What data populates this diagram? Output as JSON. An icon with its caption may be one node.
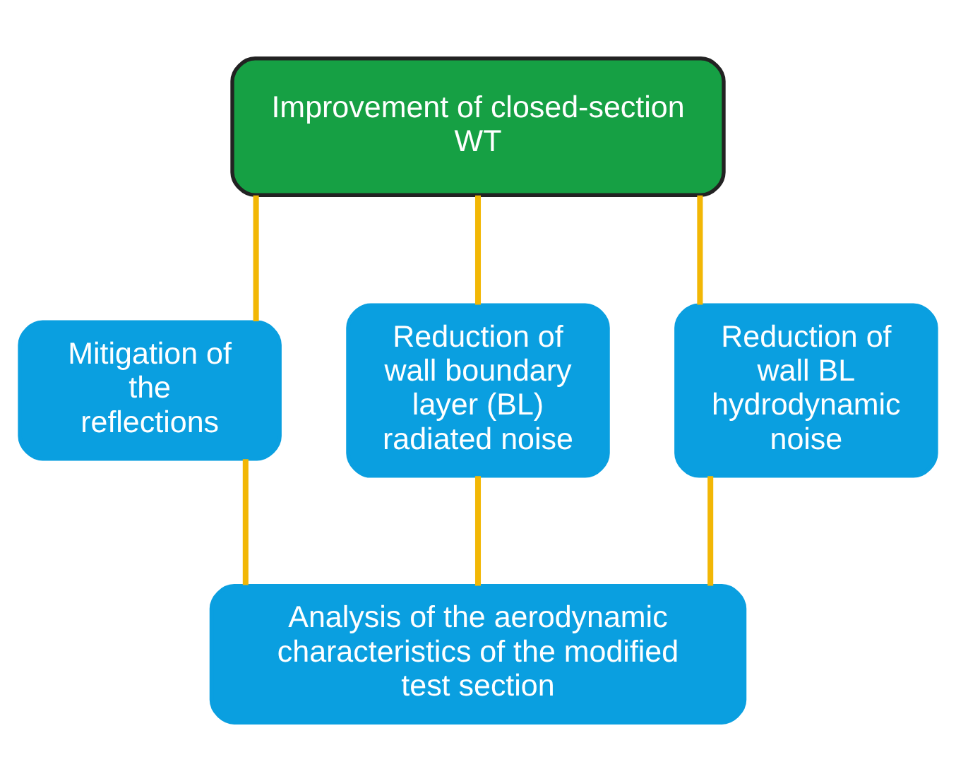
{
  "diagram": {
    "nodes": [
      {
        "text": [
          "Improvement of closed-section WT"
        ]
      },
      {
        "text": [
          "Mitigation of the reflections"
        ]
      },
      {
        "text": [
          "Reduction of wall boundary layer (BL) radiated noise"
        ]
      },
      {
        "text": [
          "Reduction of wall BL hydrodynamic noise"
        ]
      },
      {
        "text": [
          "Analysis of the aerodynamic characteristics of the modified test section"
        ]
      }
    ],
    "edges": [
      {
        "from": 0,
        "to": 1,
        "arrow": "none"
      },
      {
        "from": 0,
        "to": 2,
        "arrow": "none"
      },
      {
        "from": 0,
        "to": 3,
        "arrow": "none"
      },
      {
        "from": 1,
        "to": 4,
        "arrow": "none"
      },
      {
        "from": 2,
        "to": 4,
        "arrow": "none"
      },
      {
        "from": 3,
        "to": 4,
        "arrow": "none"
      }
    ]
  }
}
